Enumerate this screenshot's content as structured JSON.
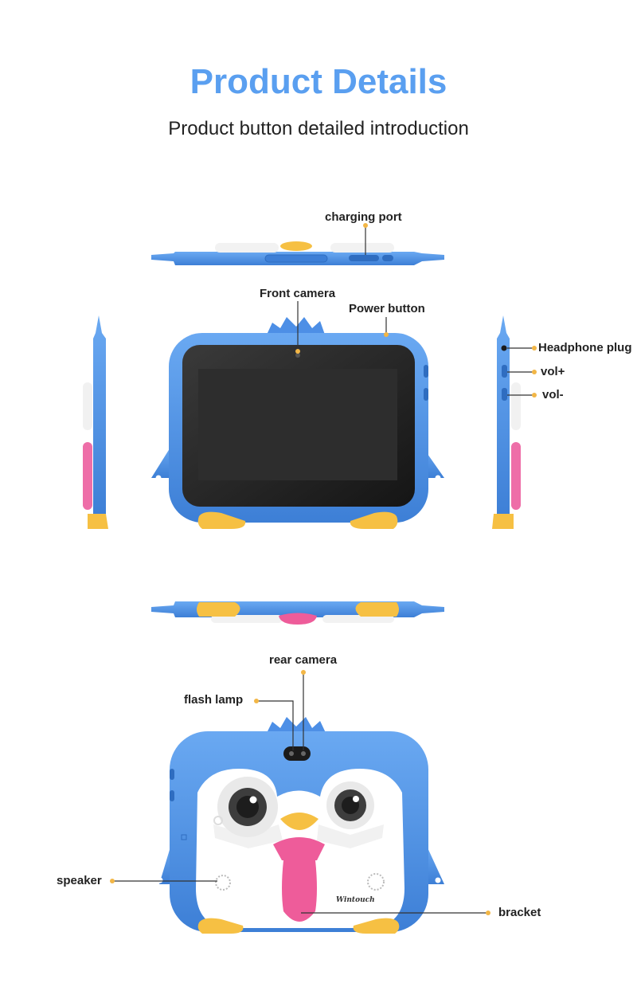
{
  "header": {
    "title": "Product Details",
    "subtitle": "Product button detailed introduction"
  },
  "labels": {
    "charging_port": "charging port",
    "front_camera": "Front camera",
    "power_button": "Power button",
    "headphone_plug": "Headphone plug",
    "vol_plus": "vol+",
    "vol_minus": "vol-",
    "rear_camera": "rear camera",
    "flash_lamp": "flash lamp",
    "speaker": "speaker",
    "bracket": "bracket"
  },
  "brand_text": "Wintouch",
  "colors": {
    "title": "#5a9ff0",
    "body_blue": "#4d8fe6",
    "accent_yellow": "#f6c043",
    "tie_pink": "#ee5c9a",
    "dot": "#f2b646"
  }
}
